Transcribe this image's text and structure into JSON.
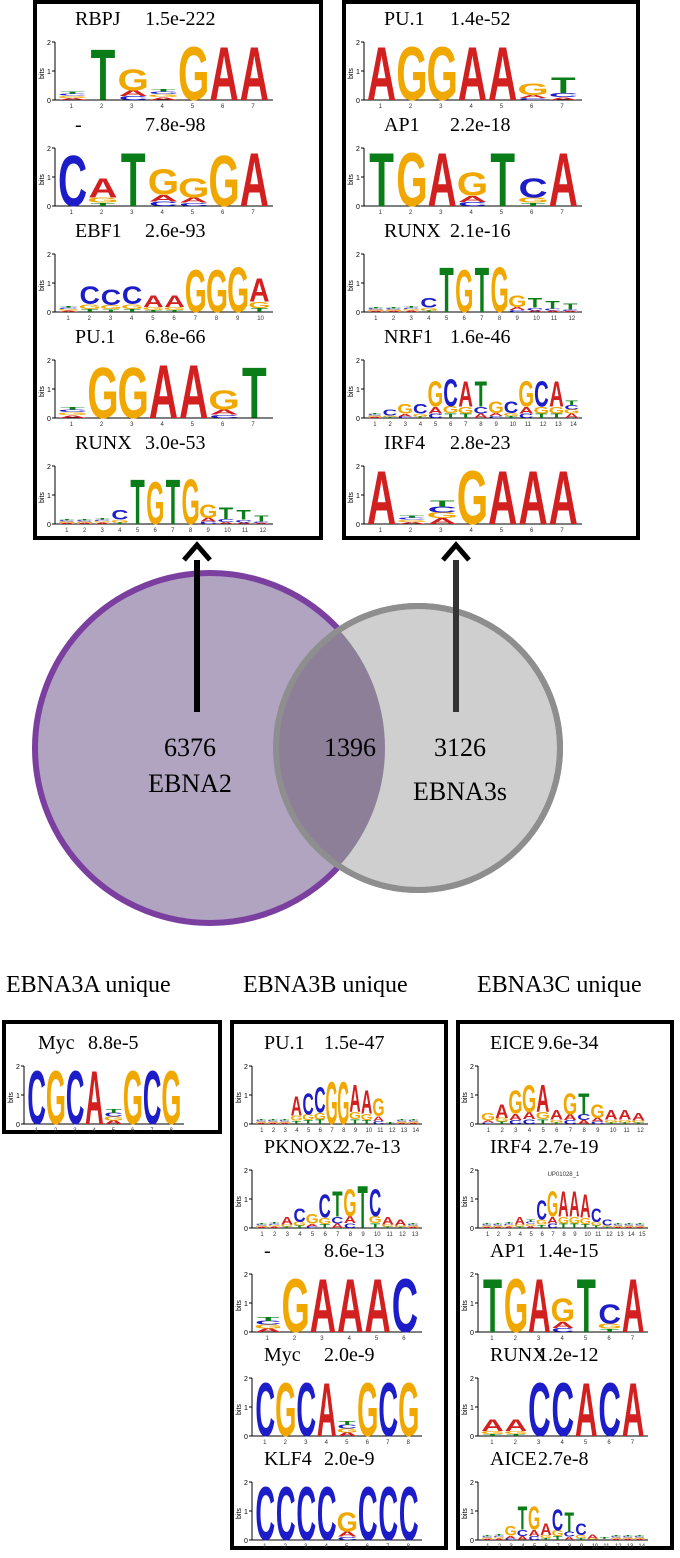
{
  "colors": {
    "A": "#d21f1f",
    "C": "#1c1cc9",
    "G": "#f0a800",
    "T": "#0a7d18",
    "ebna2_fill": "#b0a4c0",
    "ebna2_stroke": "#7b3fa0",
    "ebna3_fill": "#cfcfcf",
    "ebna3_stroke": "#8e8e8e",
    "overlap_fill": "#8d7f98"
  },
  "venn": {
    "ebna2": {
      "count": "6376",
      "label": "EBNA2"
    },
    "overlap": {
      "count": "1396"
    },
    "ebna3s": {
      "count": "3126",
      "label": "EBNA3s"
    }
  },
  "groups": {
    "ebna3a": {
      "title": "EBNA3A unique"
    },
    "ebna3b": {
      "title": "EBNA3B unique"
    },
    "ebna3c": {
      "title": "EBNA3C unique"
    }
  },
  "panels": {
    "ebna2_top": {
      "motifs": [
        {
          "name": "RBPJ",
          "pval": "1.5e-222",
          "seq": "-TG-GAA",
          "h": [
            0.3,
            1.8,
            1.1,
            0.4,
            1.9,
            1.9,
            1.9
          ]
        },
        {
          "name": "-",
          "pval": "7.8e-98",
          "seq": "CATGGGA",
          "h": [
            1.8,
            1.0,
            1.9,
            1.3,
            1.0,
            1.8,
            1.9
          ]
        },
        {
          "name": "EBF1",
          "pval": "2.6e-93",
          "seq": "-CCCAAGGGA",
          "h": [
            0.2,
            0.9,
            0.8,
            0.9,
            0.6,
            0.6,
            1.5,
            1.5,
            1.6,
            1.2
          ]
        },
        {
          "name": "PU.1",
          "pval": "6.8e-66",
          "seq": "-GGAAGT",
          "h": [
            0.4,
            1.8,
            1.8,
            1.9,
            1.9,
            1.0,
            1.8
          ]
        },
        {
          "name": "RUNX",
          "pval": "3.0e-53",
          "seq": "---CTGTGGTTT",
          "h": [
            0.05,
            0.1,
            0.2,
            0.5,
            1.6,
            1.5,
            1.6,
            1.6,
            0.7,
            0.6,
            0.5,
            0.3
          ]
        }
      ]
    },
    "ebna3_top": {
      "motifs": [
        {
          "name": "PU.1",
          "pval": "1.4e-52",
          "seq": "AGGAAGT",
          "h": [
            1.9,
            1.9,
            1.9,
            1.9,
            1.9,
            0.6,
            0.8
          ]
        },
        {
          "name": "AP1",
          "pval": "2.2e-18",
          "seq": "TGAGTCA",
          "h": [
            1.9,
            1.9,
            1.9,
            1.2,
            1.9,
            1.0,
            1.9
          ]
        },
        {
          "name": "RUNX",
          "pval": "2.1e-16",
          "seq": "---CTGTGGTTT",
          "h": [
            0.05,
            0.1,
            0.2,
            0.5,
            1.6,
            1.5,
            1.6,
            1.6,
            0.6,
            0.5,
            0.4,
            0.3
          ]
        },
        {
          "name": "NRF1",
          "pval": "1.6e-46",
          "seq": "-CGCGCATGCGCA-",
          "h": [
            0.1,
            0.3,
            0.5,
            0.5,
            1.3,
            1.4,
            1.3,
            1.3,
            0.6,
            0.6,
            1.3,
            1.3,
            1.3,
            0.6
          ]
        },
        {
          "name": "IRF4",
          "pval": "2.8e-23",
          "seq": "A--GAAA",
          "h": [
            1.9,
            0.3,
            0.8,
            1.9,
            1.9,
            1.9,
            1.9
          ]
        }
      ]
    },
    "ebna3a_uniq": {
      "motifs": [
        {
          "name": "Myc",
          "pval": "8.8e-5",
          "seq": "CGCA-GCG",
          "h": [
            1.9,
            1.9,
            1.9,
            1.9,
            0.5,
            1.9,
            1.9,
            1.9
          ]
        }
      ]
    },
    "ebna3b_uniq": {
      "motifs": [
        {
          "name": "PU.1",
          "pval": "1.5e-47",
          "seq": "---ACCGGAAGT--",
          "h": [
            0.05,
            0.1,
            0.1,
            1.0,
            1.1,
            1.3,
            1.5,
            1.5,
            1.4,
            1.2,
            0.9,
            0.05,
            0.05,
            0.05
          ]
        },
        {
          "name": "PKNOX2",
          "pval": "2.7e-13",
          "seq": "--ACGCTGTCAA-",
          "h": [
            0.1,
            0.2,
            0.4,
            0.7,
            0.5,
            1.2,
            1.3,
            1.4,
            1.5,
            1.4,
            0.4,
            0.3,
            0.1
          ]
        },
        {
          "name": "-",
          "pval": "8.6e-13",
          "seq": "-GAAAC",
          "h": [
            0.5,
            1.9,
            1.9,
            1.9,
            1.9,
            1.9
          ]
        },
        {
          "name": "Myc",
          "pval": "2.0e-9",
          "seq": "CGCA-GCG",
          "h": [
            1.9,
            1.9,
            1.9,
            1.9,
            0.5,
            1.9,
            1.9,
            1.9
          ]
        },
        {
          "name": "KLF4",
          "pval": "2.0e-9",
          "seq": "CCCCGCCC",
          "h": [
            1.9,
            1.9,
            1.9,
            1.9,
            1.0,
            1.9,
            1.9,
            1.9
          ]
        }
      ]
    },
    "ebna3c_uniq": {
      "motifs": [
        {
          "name": "EICE",
          "pval": "9.6e-34",
          "seq": "GAGGAAGTGAAA",
          "h": [
            0.4,
            0.7,
            1.2,
            1.4,
            1.4,
            0.5,
            1.1,
            1.1,
            0.7,
            0.5,
            0.5,
            0.4
          ]
        },
        {
          "name": "IRF4",
          "pval": "2.7e-19",
          "seq": "---A-CGAAACC---",
          "h": [
            0.1,
            0.1,
            0.2,
            0.4,
            0.3,
            1.0,
            1.3,
            1.3,
            1.3,
            1.2,
            0.7,
            0.3,
            0.1,
            0.1,
            0.1
          ],
          "annotation": "UP01028_1"
        },
        {
          "name": "AP1",
          "pval": "1.4e-15",
          "seq": "TGAGTCA",
          "h": [
            1.9,
            1.9,
            1.9,
            1.2,
            1.9,
            1.0,
            1.9
          ]
        },
        {
          "name": "RUNX",
          "pval": "1.2e-12",
          "seq": "AACCACA",
          "h": [
            0.6,
            0.6,
            1.9,
            1.9,
            1.9,
            1.9,
            1.9
          ]
        },
        {
          "name": "AICE",
          "pval": "2.7e-8",
          "seq": "--GTGACTCAT---",
          "h": [
            0.05,
            0.2,
            0.5,
            1.2,
            1.2,
            0.6,
            1.1,
            1.0,
            0.6,
            0.2,
            0.1,
            0.1,
            0.05,
            0.05
          ]
        }
      ]
    }
  }
}
